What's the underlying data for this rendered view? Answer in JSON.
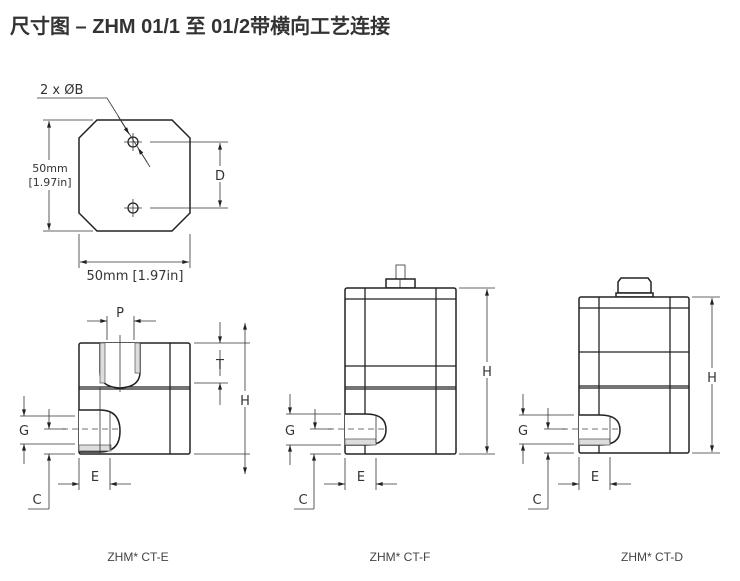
{
  "title": "尺寸图 – ZHM 01/1 至 01/2带横向工艺连接",
  "top_view": {
    "hole_label": "2 x ØB",
    "dim_d": "D",
    "height_mm": "50mm",
    "height_in": "[1.97in]",
    "width": "50mm [1.97in]"
  },
  "views": [
    {
      "caption": "ZHM* CT-E",
      "dim_p": "P",
      "dim_t": "T",
      "dim_h": "H",
      "dim_g": "G",
      "dim_e": "E",
      "dim_c": "C"
    },
    {
      "caption": "ZHM* CT-F",
      "dim_h": "H",
      "dim_g": "G",
      "dim_e": "E",
      "dim_c": "C"
    },
    {
      "caption": "ZHM* CT-D",
      "dim_h": "H",
      "dim_g": "G",
      "dim_e": "E",
      "dim_c": "C"
    }
  ]
}
